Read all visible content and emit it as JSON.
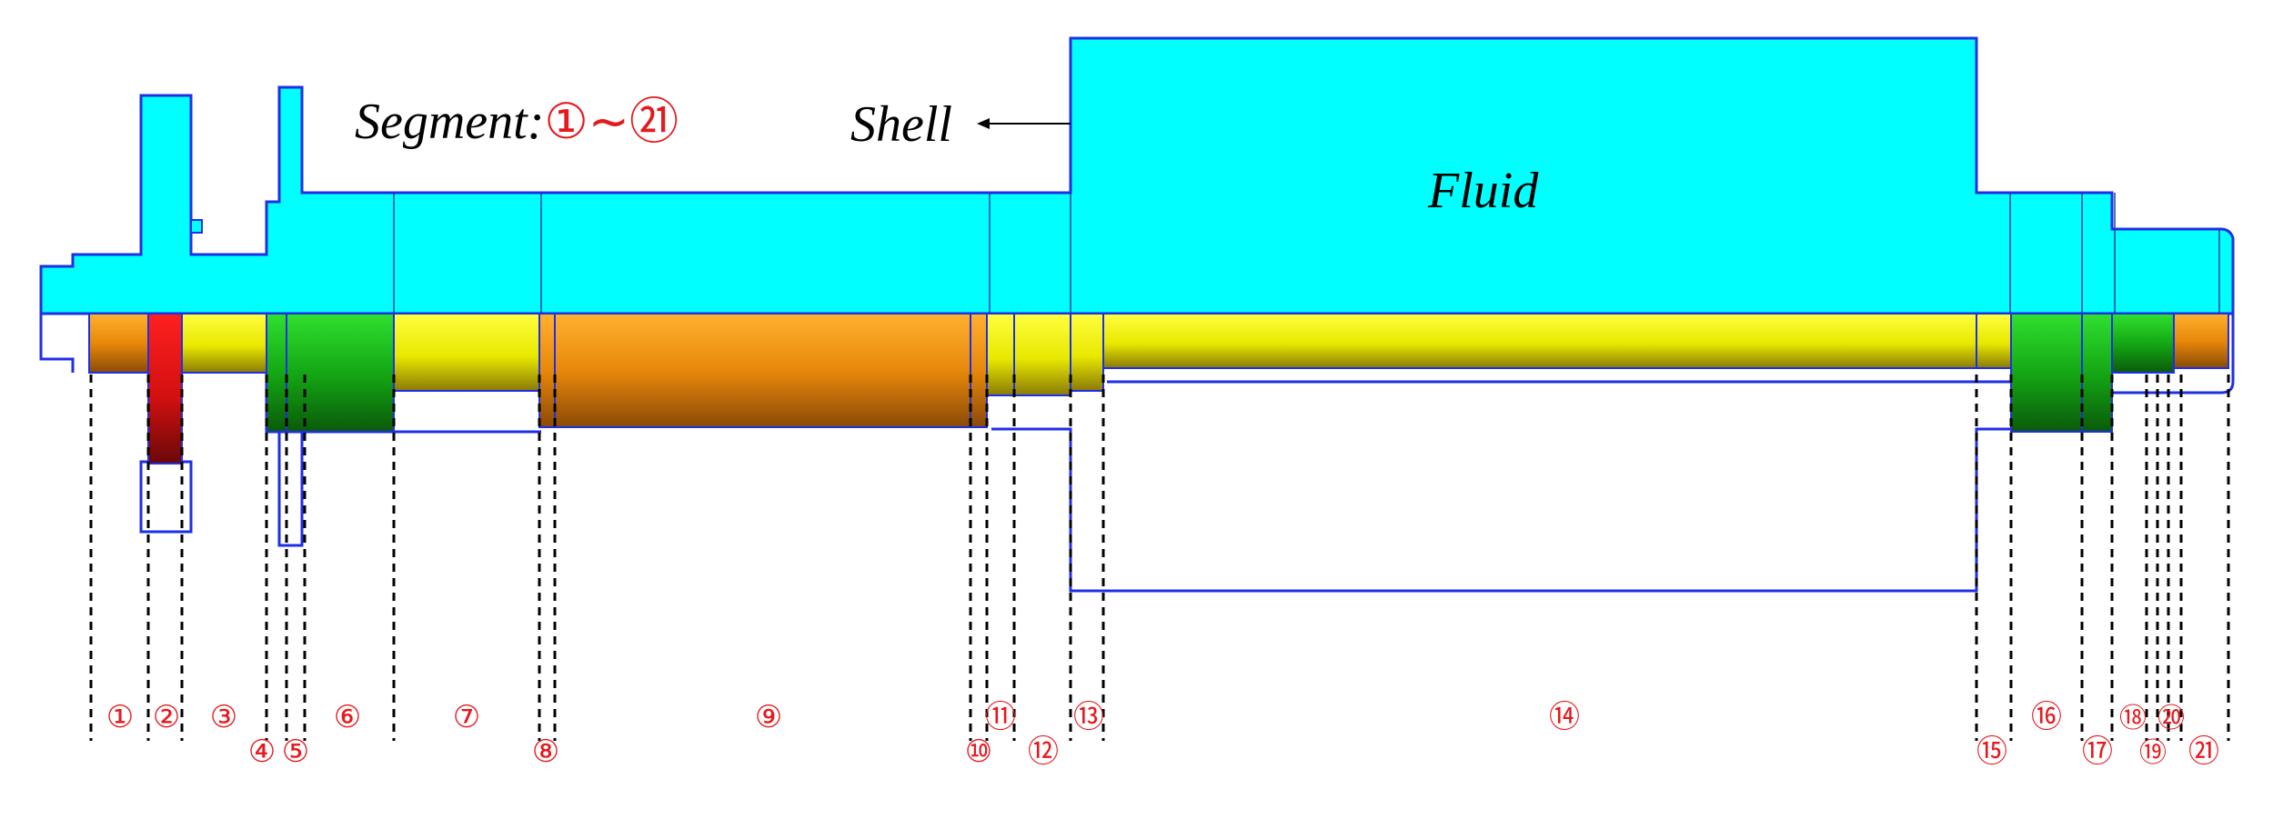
{
  "title": {
    "prefix": "Segment:",
    "range": "①~㉑"
  },
  "labels": {
    "shell": "Shell",
    "fluid": "Fluid"
  },
  "segments": [
    {
      "id": 1,
      "label": "①"
    },
    {
      "id": 2,
      "label": "②"
    },
    {
      "id": 3,
      "label": "③"
    },
    {
      "id": 4,
      "label": "④"
    },
    {
      "id": 5,
      "label": "⑤"
    },
    {
      "id": 6,
      "label": "⑥"
    },
    {
      "id": 7,
      "label": "⑦"
    },
    {
      "id": 8,
      "label": "⑧"
    },
    {
      "id": 9,
      "label": "⑨"
    },
    {
      "id": 10,
      "label": "⑩"
    },
    {
      "id": 11,
      "label": "⑪"
    },
    {
      "id": 12,
      "label": "⑫"
    },
    {
      "id": 13,
      "label": "⑬"
    },
    {
      "id": 14,
      "label": "⑭"
    },
    {
      "id": 15,
      "label": "⑮"
    },
    {
      "id": 16,
      "label": "⑯"
    },
    {
      "id": 17,
      "label": "⑰"
    },
    {
      "id": 18,
      "label": "⑱"
    },
    {
      "id": 19,
      "label": "⑲"
    },
    {
      "id": 20,
      "label": "⑳"
    },
    {
      "id": 21,
      "label": "㉑"
    }
  ],
  "colors": {
    "fluid": "#00ffff",
    "outline": "#1f2fe6",
    "label_red": "#e6191e",
    "shaft_yellow": "#f2f20a",
    "shaft_orange": "#ee9a10",
    "shaft_green": "#1ab21e",
    "shaft_red": "#e61010",
    "text": "#000000"
  }
}
